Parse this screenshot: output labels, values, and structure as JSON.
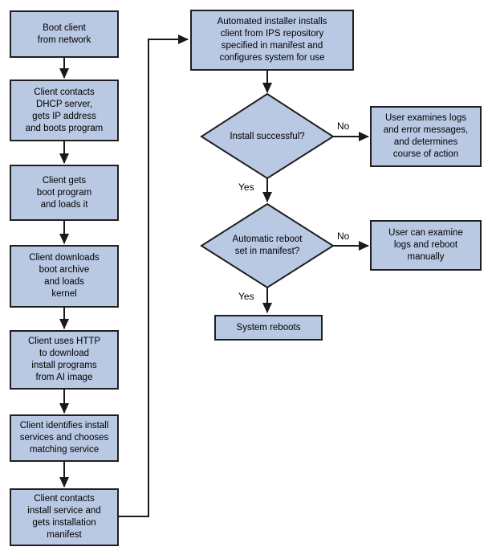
{
  "colors": {
    "background": "#ffffff",
    "node_fill": "#b9c8e3",
    "node_border": "#1f1f1f",
    "connector_color": "#1a1a1a",
    "text_color": "#000000"
  },
  "nodes": {
    "boot_client": {
      "label": "Boot client\nfrom network"
    },
    "dhcp": {
      "label": "Client contacts\nDHCP server,\ngets IP address\nand boots program"
    },
    "boot_program": {
      "label": "Client gets\nboot program\nand loads it"
    },
    "boot_archive": {
      "label": "Client downloads\nboot archive\nand loads\nkernel"
    },
    "http_download": {
      "label": "Client uses HTTP\nto download\ninstall programs\nfrom AI image"
    },
    "identify_services": {
      "label": "Client identifies install\nservices and chooses\nmatching service"
    },
    "contact_service": {
      "label": "Client contacts\ninstall service and\ngets installation\nmanifest"
    },
    "automated_installer": {
      "label": "Automated installer installs\nclient from IPS repository\nspecified in manifest and\nconfigures system for use"
    },
    "install_successful": {
      "label": "Install successful?"
    },
    "user_examines_logs": {
      "label": "User examines logs\nand error messages,\nand determines\ncourse of action"
    },
    "automatic_reboot": {
      "label": "Automatic reboot\nset in manifest?"
    },
    "user_can_examine": {
      "label": "User can examine\nlogs and reboot\nmanually"
    },
    "system_reboots": {
      "label": "System reboots"
    }
  },
  "edge_labels": {
    "decision1_no": "No",
    "decision1_yes": "Yes",
    "decision2_no": "No",
    "decision2_yes": "Yes"
  }
}
